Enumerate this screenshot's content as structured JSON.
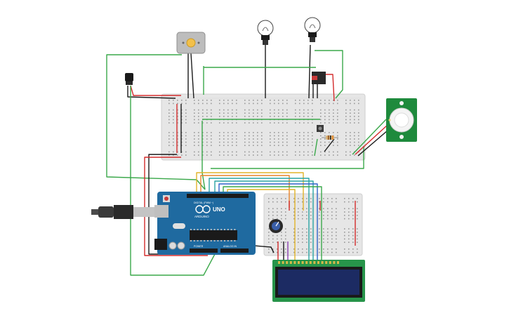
{
  "arduino": {
    "brand": "ARDUINO",
    "model": "UNO",
    "header_digital": "DIGITAL (PWM ~)",
    "header_power": "POWER",
    "header_analog": "ANALOG IN",
    "board_color": "#1f6aa0"
  },
  "pir_sensor": {
    "board_color": "#1e8a3c"
  },
  "lcd": {
    "frame_color": "#27944a",
    "screen_color": "#1c2b63"
  },
  "colors": {
    "wire_red": "#d32b2b",
    "wire_black": "#1a1a1a",
    "wire_green": "#3aa84a",
    "wire_yellow": "#e2b42a",
    "wire_orange": "#e8842a",
    "wire_blue": "#2f62c8",
    "wire_purple": "#8a3fb0",
    "wire_teal": "#2aa3a3",
    "breadboard": "#e6e6e6"
  },
  "components": [
    "dc-motor",
    "light-bulb-left",
    "light-bulb-right",
    "relay",
    "temperature-sensor",
    "pushbutton",
    "resistor",
    "potentiometer",
    "usb-cable"
  ]
}
